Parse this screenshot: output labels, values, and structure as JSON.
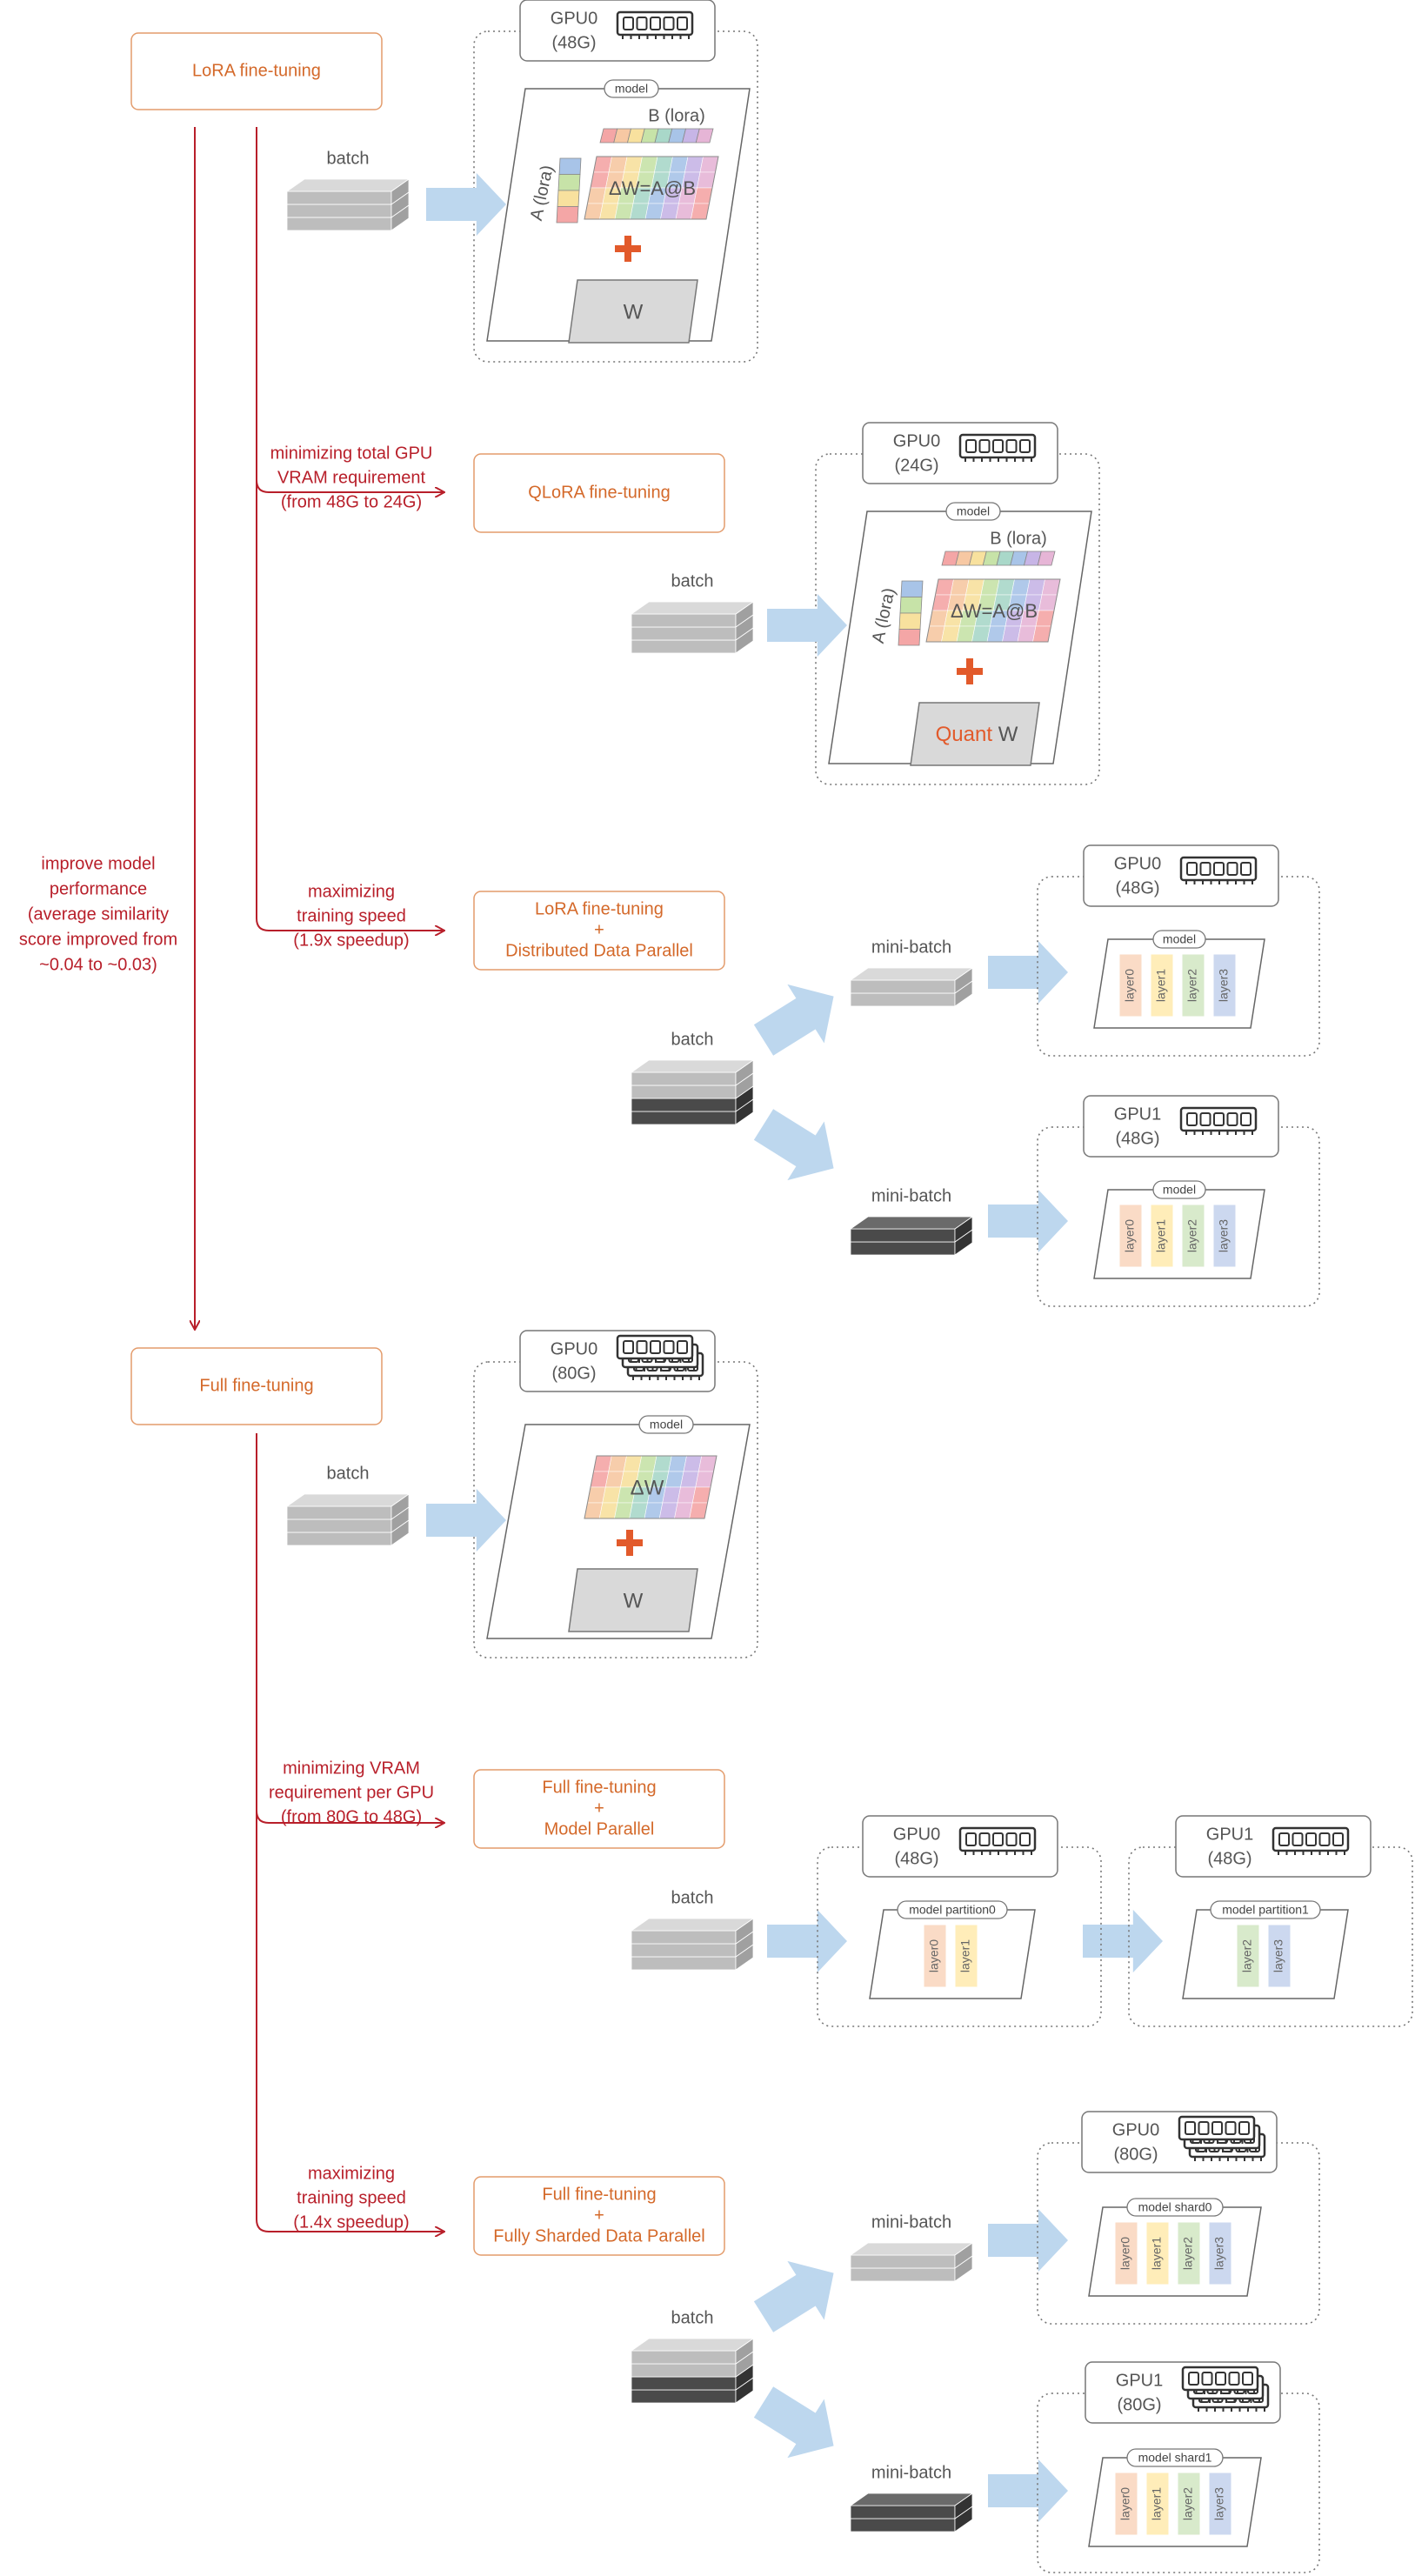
{
  "colors": {
    "orange": "#d4692a",
    "red": "#b81f2a",
    "plus": "#e25a2b",
    "arrow_blue": "#bdd7ee",
    "grey_border": "#888888",
    "dark": "#555555",
    "layer_colors": [
      "#f4b183",
      "#ffd966",
      "#a9d18e",
      "#8faadc"
    ]
  },
  "left_note": [
    "improve model",
    "performance",
    "(average similarity",
    "score improved from",
    "~0.04 to ~0.03)"
  ],
  "sections": {
    "lora": {
      "title": "LoRA fine-tuning",
      "batch": "batch",
      "gpu": {
        "name": "GPU0",
        "mem": "(48G)",
        "chips": 1
      },
      "model_label": "model",
      "b_label": "B (lora)",
      "a_label": "A (lora)",
      "delta_label": "ΔW=A@B",
      "w_label": "W"
    },
    "qlora": {
      "note": [
        "minimizing total GPU",
        "VRAM requirement",
        "(from 48G to 24G)"
      ],
      "title": "QLoRA fine-tuning",
      "batch": "batch",
      "gpu": {
        "name": "GPU0",
        "mem": "(24G)",
        "chips": 1
      },
      "model_label": "model",
      "b_label": "B (lora)",
      "a_label": "A (lora)",
      "delta_label": "ΔW=A@B",
      "quant_label": "Quant",
      "w_label": "W"
    },
    "ddp": {
      "note": [
        "maximizing",
        "training speed",
        "(1.9x speedup)"
      ],
      "title": [
        "LoRA fine-tuning",
        "+",
        "Distributed Data Parallel"
      ],
      "batch": "batch",
      "minibatch": "mini-batch",
      "gpus": [
        {
          "name": "GPU0",
          "mem": "(48G)",
          "chips": 1,
          "model_label": "model",
          "layers": [
            "layer0",
            "layer1",
            "layer2",
            "layer3"
          ]
        },
        {
          "name": "GPU1",
          "mem": "(48G)",
          "chips": 1,
          "model_label": "model",
          "layers": [
            "layer0",
            "layer1",
            "layer2",
            "layer3"
          ]
        }
      ]
    },
    "full": {
      "title": "Full fine-tuning",
      "batch": "batch",
      "gpu": {
        "name": "GPU0",
        "mem": "(80G)",
        "chips": 3
      },
      "model_label": "model",
      "delta_label": "ΔW",
      "w_label": "W"
    },
    "mp": {
      "note": [
        "minimizing VRAM",
        "requirement per GPU",
        "(from 80G to 48G)"
      ],
      "title": [
        "Full fine-tuning",
        "+",
        "Model Parallel"
      ],
      "batch": "batch",
      "gpus": [
        {
          "name": "GPU0",
          "mem": "(48G)",
          "chips": 1,
          "model_label": "model partition0",
          "layers": [
            "layer0",
            "layer1"
          ]
        },
        {
          "name": "GPU1",
          "mem": "(48G)",
          "chips": 1,
          "model_label": "model partition1",
          "layers": [
            "layer2",
            "layer3"
          ]
        }
      ]
    },
    "fsdp": {
      "note": [
        "maximizing",
        "training speed",
        "(1.4x speedup)"
      ],
      "title": [
        "Full fine-tuning",
        "+",
        "Fully Sharded Data Parallel"
      ],
      "batch": "batch",
      "minibatch": "mini-batch",
      "gpus": [
        {
          "name": "GPU0",
          "mem": "(80G)",
          "chips": 3,
          "model_label": "model shard0",
          "layers": [
            "layer0",
            "layer1",
            "layer2",
            "layer3"
          ]
        },
        {
          "name": "GPU1",
          "mem": "(80G)",
          "chips": 3,
          "model_label": "model shard1",
          "layers": [
            "layer0",
            "layer1",
            "layer2",
            "layer3"
          ]
        }
      ]
    }
  }
}
